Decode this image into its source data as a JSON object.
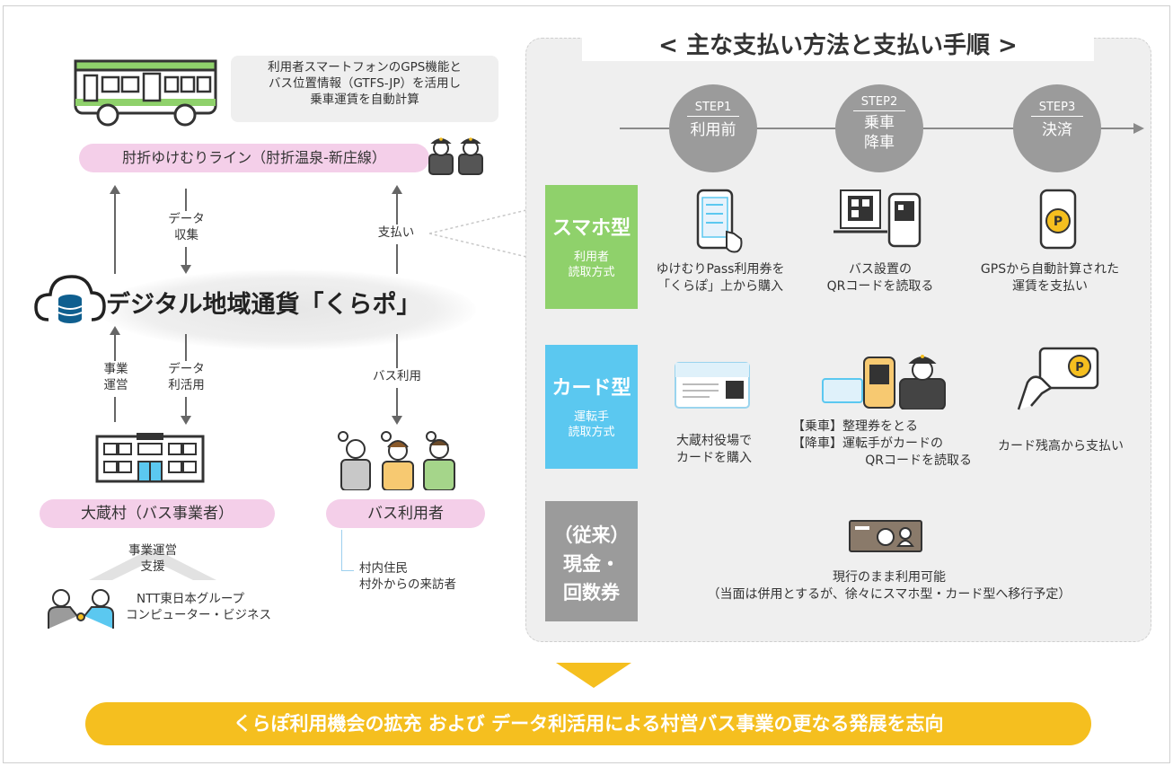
{
  "panel_title": "< 主な支払い方法と支払い手順 >",
  "bus_info": {
    "line1": "利用者スマートフォンのGPS機能と",
    "line2": "バス位置情報（GTFS-JP）を活用し",
    "line3": "乗車運賃を自動計算"
  },
  "bus_line_label": "肘折ゆけむりライン（肘折温泉-新庄線）",
  "currency_label": "デジタル地域通貨「くらポ」",
  "flow": {
    "data_collect_1": "データ",
    "data_collect_2": "収集",
    "payment": "支払い",
    "operation_1": "事業",
    "operation_2": "運営",
    "data_use_1": "データ",
    "data_use_2": "利活用",
    "bus_use": "バス利用"
  },
  "village_label": "大蔵村（バス事業者）",
  "users_label": "バス利用者",
  "users_note_1": "村内住民",
  "users_note_2": "村外からの来訪者",
  "support_1": "事業運営",
  "support_2": "支援",
  "ntt_1": "NTT東日本グループ",
  "ntt_2": "コンピューター・ビジネス",
  "steps": [
    {
      "label": "STEP1",
      "main1": "利用前",
      "main2": ""
    },
    {
      "label": "STEP2",
      "main1": "乗車",
      "main2": "降車"
    },
    {
      "label": "STEP3",
      "main1": "決済",
      "main2": ""
    }
  ],
  "types": [
    {
      "title": "スマホ型",
      "sub1": "利用者",
      "sub2": "読取方式",
      "color": "#8fd16b"
    },
    {
      "title": "カード型",
      "sub1": "運転手",
      "sub2": "読取方式",
      "color": "#5bc8f0"
    },
    {
      "title1": "（従来）",
      "title2": "現金・",
      "title3": "回数券",
      "color": "#9b9b9b"
    }
  ],
  "smartphone_desc": {
    "s1a": "ゆけむりPass利用券を",
    "s1b": "「くらぽ」上から購入",
    "s2a": "バス設置の",
    "s2b": "QRコードを読取る",
    "s3a": "GPSから自動計算された",
    "s3b": "運賃を支払い"
  },
  "card_desc": {
    "c1a": "大蔵村役場で",
    "c1b": "カードを購入",
    "c2a": "【乗車】整理券をとる",
    "c2b": "【降車】運転手がカードの",
    "c2c": "QRコードを読取る",
    "c3a": "カード残高から支払い"
  },
  "cash_desc": {
    "l1": "現行のまま利用可能",
    "l2": "（当面は併用とするが、徐々にスマホ型・カード型へ移行予定）"
  },
  "bottom_banner": "くらぽ利用機会の拡充 および データ利活用による村営バス事業の更なる発展を志向",
  "colors": {
    "accent_yellow": "#f5bf1f",
    "pink": "#f4cfe9",
    "green": "#8fd16b",
    "blue": "#5bc8f0",
    "gray": "#9b9b9b"
  }
}
